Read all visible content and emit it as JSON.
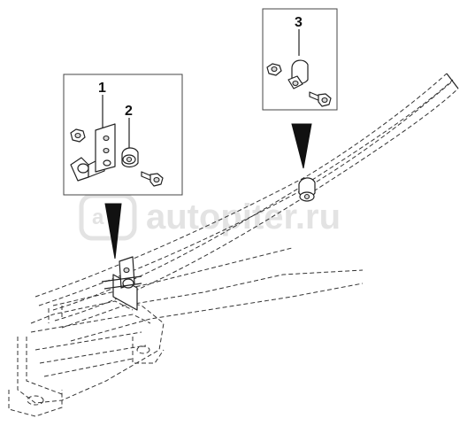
{
  "watermark": {
    "logo_text": "a",
    "text": "autopiter.ru"
  },
  "callouts": [
    {
      "number": "1"
    },
    {
      "number": "2"
    },
    {
      "number": "3"
    }
  ]
}
